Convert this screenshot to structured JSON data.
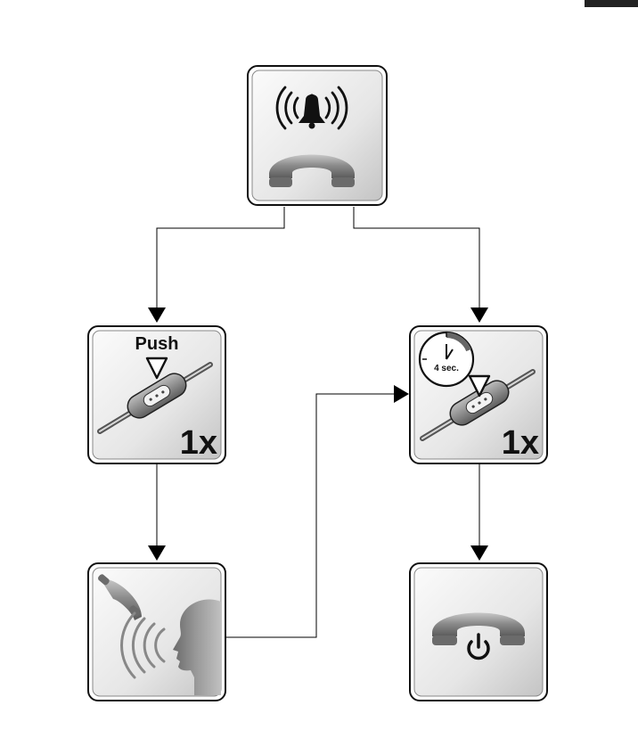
{
  "nodes": {
    "incoming_call": {
      "icons": [
        "ringing-bell-icon",
        "phone-handset-icon"
      ]
    },
    "short_press": {
      "label": "Push",
      "count": "1x",
      "icons": [
        "inline-remote-icon",
        "press-triangle-icon"
      ]
    },
    "long_press": {
      "timer": "4 sec.",
      "count": "1x",
      "icons": [
        "stopwatch-icon",
        "inline-remote-icon",
        "press-triangle-icon"
      ]
    },
    "talking": {
      "icons": [
        "handset-off-hook-icon",
        "speaking-head-icon"
      ]
    },
    "call_ended": {
      "icons": [
        "phone-handset-icon",
        "power-icon"
      ]
    }
  },
  "colors": {
    "frame": "#1a1a1a",
    "tile_light": "#f4f4f4",
    "tile_dark": "#c9c9c9",
    "handset": "#9a9a9a",
    "line": "#000000"
  }
}
